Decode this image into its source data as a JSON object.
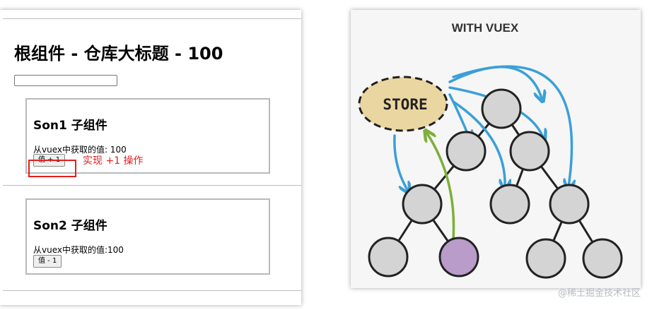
{
  "left": {
    "title": "根组件 - 仓库大标题 - 100",
    "input_value": "",
    "son1": {
      "title": "Son1 子组件",
      "text": "从vuex中获取的值: 100",
      "button": "值 + 1"
    },
    "annotation": "实现 +1 操作",
    "son2": {
      "title": "Son2 子组件",
      "text": "从vuex中获取的值:100",
      "button": "值 - 1"
    }
  },
  "right": {
    "title": "WITH VUEX",
    "store_label": "STORE",
    "colors": {
      "store_fill": "#ead6a0",
      "node_fill": "#d4d4d4",
      "active_node_fill": "#b99cc9",
      "blue_arrow": "#3aa0d8",
      "green_arrow": "#7fae3c"
    }
  },
  "watermark": "@稀土掘金技术社区"
}
